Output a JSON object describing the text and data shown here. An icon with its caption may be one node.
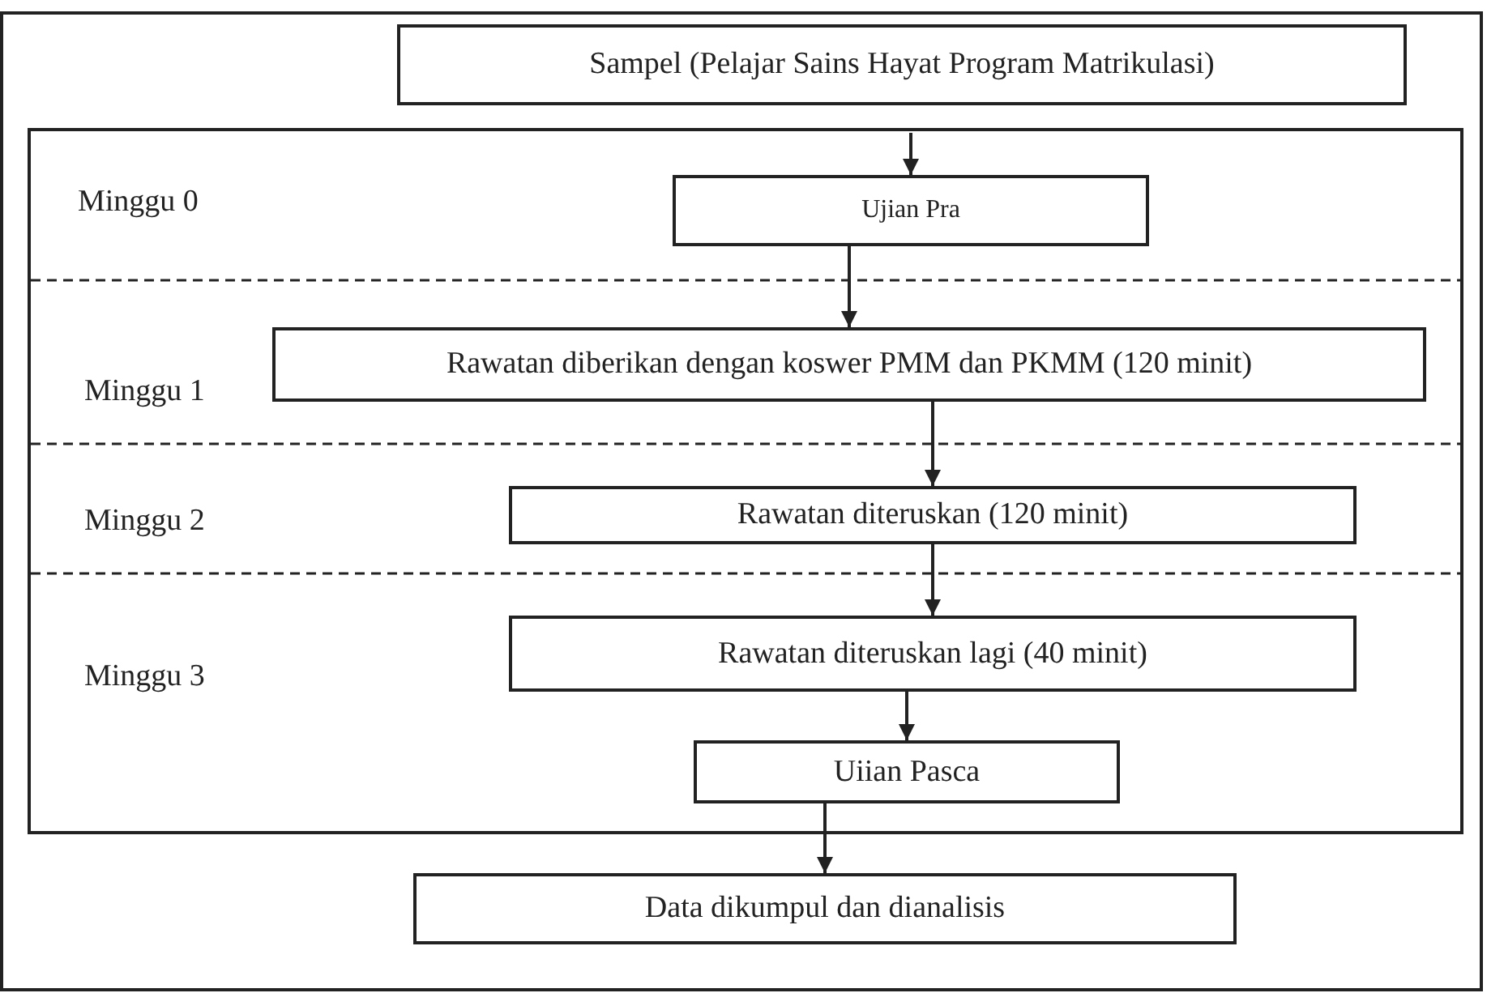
{
  "diagram": {
    "nodes": [
      {
        "text": [
          "Sampel (Pelajar Sains Hayat Program Matrikulasi)"
        ]
      },
      {
        "text": [
          "Ujian Pra"
        ]
      },
      {
        "text": [
          "Rawatan diberikan dengan koswer PMM dan PKMM (120 minit)"
        ]
      },
      {
        "text": [
          "Rawatan diteruskan (120 minit)"
        ]
      },
      {
        "text": [
          "Rawatan diteruskan lagi (40 minit)"
        ]
      },
      {
        "text": [
          "Uiian Pasca"
        ]
      },
      {
        "text": [
          "Data dikumpul dan dianalisis"
        ]
      }
    ],
    "edges": [
      {
        "from": null,
        "to": 1,
        "arrow": "to"
      },
      {
        "from": 1,
        "to": 2,
        "arrow": "to"
      },
      {
        "from": 2,
        "to": 3,
        "arrow": "to"
      },
      {
        "from": 3,
        "to": 4,
        "arrow": "to"
      },
      {
        "from": 4,
        "to": 5,
        "arrow": "to"
      },
      {
        "from": 5,
        "to": 6,
        "arrow": "to"
      }
    ],
    "labels": [
      "Minggu 0",
      "Minggu 1",
      "Minggu 2",
      "Minggu 3"
    ]
  }
}
